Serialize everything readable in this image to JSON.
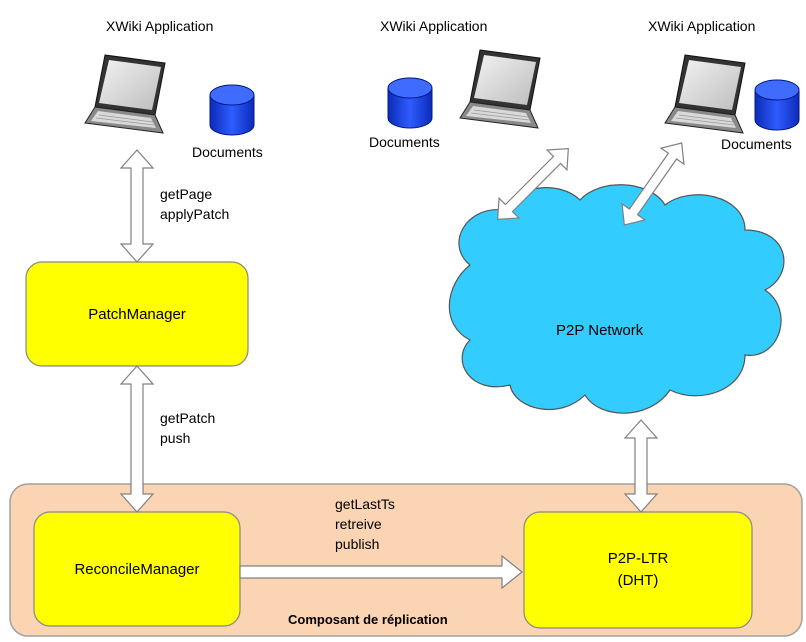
{
  "apps": [
    {
      "title": "XWiki Application",
      "docs_label": "Documents"
    },
    {
      "title": "XWiki Application",
      "docs_label": "Documents"
    },
    {
      "title": "XWiki Application",
      "docs_label": "Documents"
    }
  ],
  "edges": {
    "app_patch": [
      "getPage",
      "applyPatch"
    ],
    "patch_reconcile": [
      "getPatch",
      "push"
    ],
    "reconcile_ltr": [
      "getLastTs",
      "retreive",
      "publish"
    ]
  },
  "nodes": {
    "patch_manager": "PatchManager",
    "reconcile_manager": "ReconcileManager",
    "p2p_ltr_line1": "P2P-LTR",
    "p2p_ltr_line2": "(DHT)",
    "p2p_network": "P2P Network"
  },
  "container_label": "Composant de réplication",
  "colors": {
    "yellow_box": "#ffff00",
    "container": "#fbd4b4",
    "cloud": "#33ccff",
    "database": "#1a3fd6"
  }
}
